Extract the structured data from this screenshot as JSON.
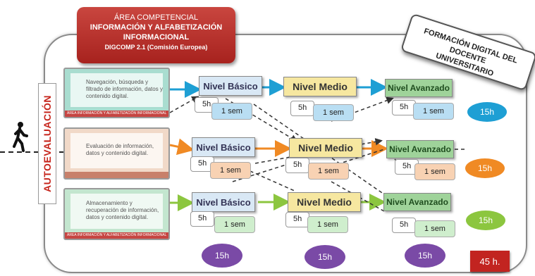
{
  "title": {
    "line1": "ÁREA COMPETENCIAL",
    "line2": "INFORMACIÓN Y ALFABETIZACIÓN",
    "line3": "INFORMACIONAL",
    "line4": "DIGCOMP 2.1 (Comisión Europea)"
  },
  "badge": {
    "line1": "FORMACIÓN DIGITAL DEL DOCENTE",
    "line2": "UNIVERSITARIO"
  },
  "autoevaluacion": "AUTOEVALUACIÓN",
  "competences": [
    {
      "text": "Navegación, búsqueda y filtrado de información, datos y contenido digital.",
      "footer": "ÁREA INFORMACIÓN Y ALFABETIZACIÓN INFORMACIONAL"
    },
    {
      "text": "Evaluación de información, datos y contenido digital.",
      "footer": ""
    },
    {
      "text": "Almacenamiento y recuperación de información, datos y contenido digital.",
      "footer": "ÁREA INFORMACIÓN Y ALFABETIZACIÓN INFORMACIONAL"
    }
  ],
  "levels": {
    "basic": "Nivel Básico",
    "medio": "Nivel Medio",
    "avanzado": "Nivel Avanzado"
  },
  "hours_label": "5h",
  "week_label": "1 sem",
  "row_totals": [
    "15h",
    "15h",
    "15h"
  ],
  "column_totals": [
    "15h",
    "15h",
    "15h"
  ],
  "grand_total": "45 h.",
  "colors": {
    "blue": "#1e9fd4",
    "orange": "#f08a24",
    "green": "#8cc63f",
    "purple": "#7a4aa6",
    "red": "#c22420"
  }
}
